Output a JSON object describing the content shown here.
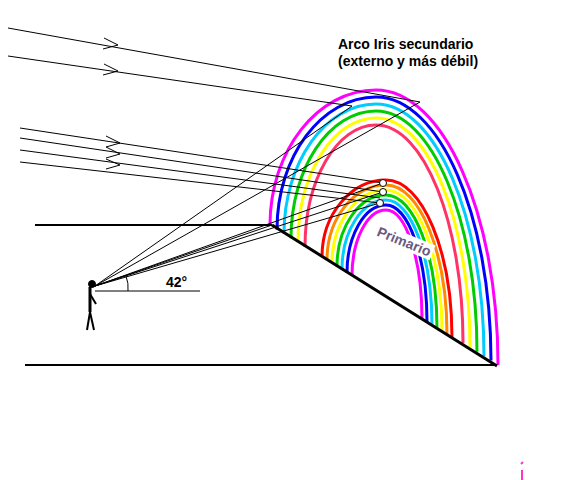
{
  "diagram": {
    "labels": [
      "Arco Iris secundario (externo y más débil)",
      "Primario",
      "42°"
    ]
  }
}
